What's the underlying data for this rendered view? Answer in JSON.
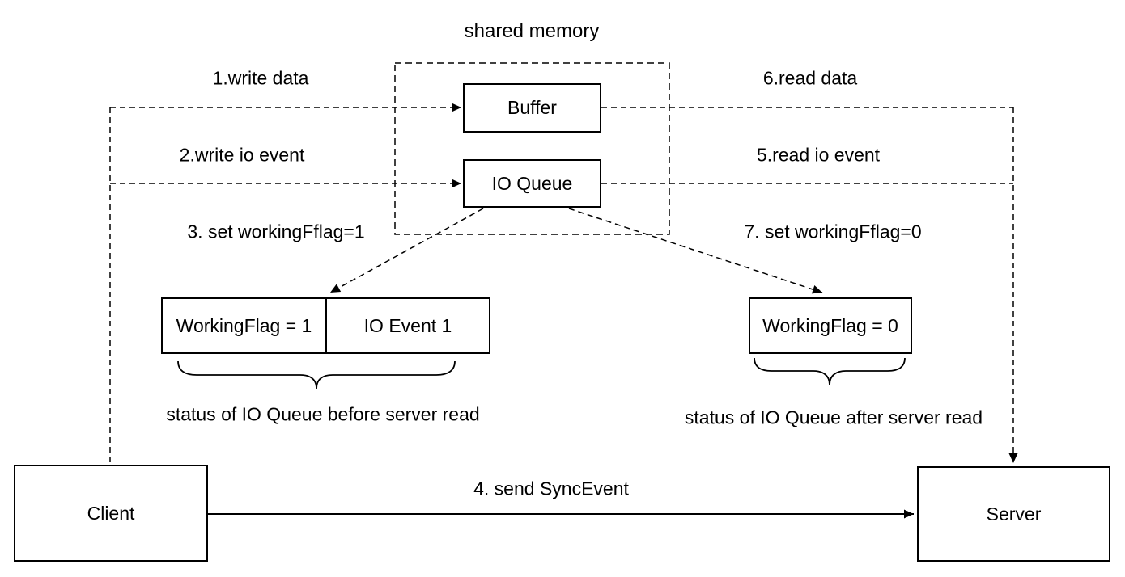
{
  "diagram": {
    "title": "shared memory",
    "nodes": {
      "buffer": {
        "label": "Buffer"
      },
      "io_queue": {
        "label": "IO Queue"
      },
      "client": {
        "label": "Client"
      },
      "server": {
        "label": "Server"
      },
      "working_flag_1": {
        "label": "WorkingFlag = 1"
      },
      "io_event_1": {
        "label": "IO Event 1"
      },
      "working_flag_0": {
        "label": "WorkingFlag = 0"
      }
    },
    "steps": {
      "step1": "1.write data",
      "step2": "2.write io event",
      "step3": "3. set workingFflag=1",
      "step4": "4. send SyncEvent",
      "step5": "5.read io event",
      "step6": "6.read data",
      "step7": "7. set workingFflag=0"
    },
    "captions": {
      "before": "status of IO Queue before server read",
      "after": "status of IO Queue after server read"
    },
    "colors": {
      "stroke": "#000000",
      "background": "#ffffff"
    }
  }
}
